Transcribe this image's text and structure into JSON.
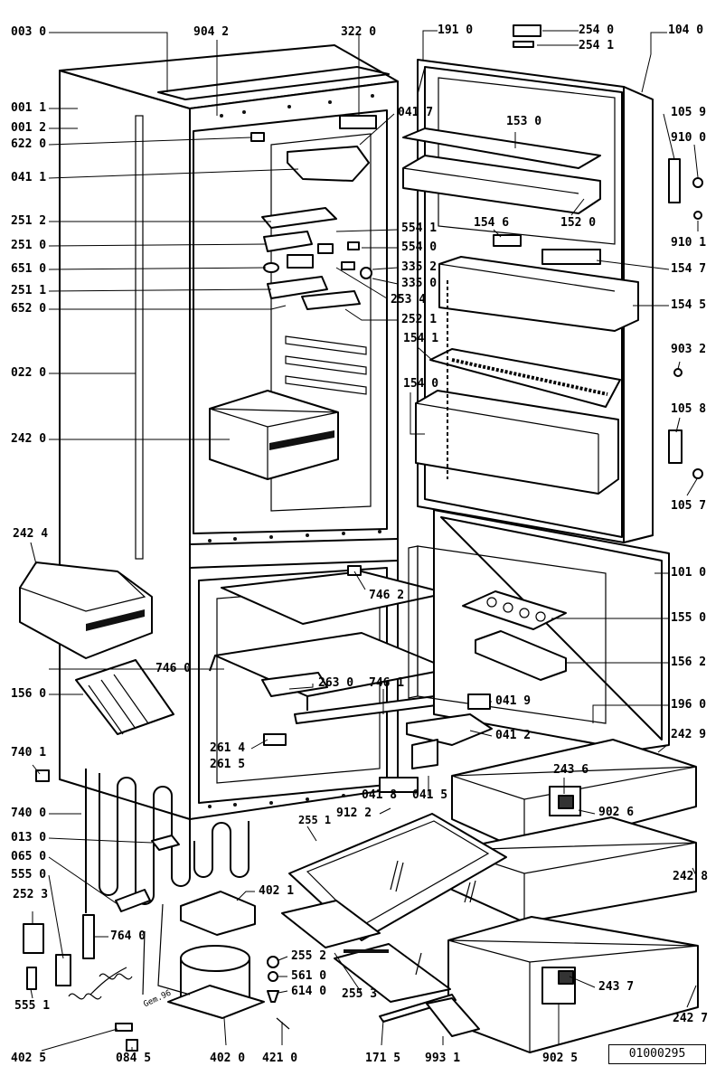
{
  "document_number": "01000295",
  "signature": "Gem.96",
  "labels": [
    {
      "id": "003_0",
      "text": "003 0"
    },
    {
      "id": "904_2",
      "text": "904 2"
    },
    {
      "id": "322_0",
      "text": "322 0"
    },
    {
      "id": "191_0",
      "text": "191 0"
    },
    {
      "id": "254_0",
      "text": "254 0"
    },
    {
      "id": "254_1",
      "text": "254 1"
    },
    {
      "id": "104_0",
      "text": "104 0"
    },
    {
      "id": "001_1",
      "text": "001 1"
    },
    {
      "id": "001_2",
      "text": "001 2"
    },
    {
      "id": "622_0",
      "text": "622 0"
    },
    {
      "id": "041_7",
      "text": "041 7"
    },
    {
      "id": "153_0",
      "text": "153 0"
    },
    {
      "id": "105_9",
      "text": "105 9"
    },
    {
      "id": "910_0",
      "text": "910 0"
    },
    {
      "id": "041_1",
      "text": "041 1"
    },
    {
      "id": "251_2",
      "text": "251 2"
    },
    {
      "id": "154_6",
      "text": "154 6"
    },
    {
      "id": "152_0",
      "text": "152 0"
    },
    {
      "id": "910_1",
      "text": "910 1"
    },
    {
      "id": "251_0",
      "text": "251 0"
    },
    {
      "id": "554_1",
      "text": "554 1"
    },
    {
      "id": "554_0",
      "text": "554 0"
    },
    {
      "id": "651_0",
      "text": "651 0"
    },
    {
      "id": "335_2",
      "text": "335 2"
    },
    {
      "id": "154_7",
      "text": "154 7"
    },
    {
      "id": "335_0",
      "text": "335 0"
    },
    {
      "id": "251_1",
      "text": "251 1"
    },
    {
      "id": "253_4",
      "text": "253 4"
    },
    {
      "id": "154_5",
      "text": "154 5"
    },
    {
      "id": "652_0",
      "text": "652 0"
    },
    {
      "id": "252_1",
      "text": "252 1"
    },
    {
      "id": "154_1",
      "text": "154 1"
    },
    {
      "id": "903_2",
      "text": "903 2"
    },
    {
      "id": "022_0",
      "text": "022 0"
    },
    {
      "id": "154_0",
      "text": "154 0"
    },
    {
      "id": "105_8",
      "text": "105 8"
    },
    {
      "id": "242_0",
      "text": "242 0"
    },
    {
      "id": "105_7",
      "text": "105 7"
    },
    {
      "id": "242_4",
      "text": "242 4"
    },
    {
      "id": "101_0",
      "text": "101 0"
    },
    {
      "id": "746_2",
      "text": "746 2"
    },
    {
      "id": "155_0",
      "text": "155 0"
    },
    {
      "id": "746_0",
      "text": "746 0"
    },
    {
      "id": "156_2",
      "text": "156 2"
    },
    {
      "id": "263_0",
      "text": "263 0"
    },
    {
      "id": "746_1",
      "text": "746 1"
    },
    {
      "id": "156_0",
      "text": "156 0"
    },
    {
      "id": "041_9",
      "text": "041 9"
    },
    {
      "id": "196_0",
      "text": "196 0"
    },
    {
      "id": "041_2",
      "text": "041 2"
    },
    {
      "id": "740_1",
      "text": "740 1"
    },
    {
      "id": "261_4",
      "text": "261 4"
    },
    {
      "id": "261_5",
      "text": "261 5"
    },
    {
      "id": "242_9",
      "text": "242 9"
    },
    {
      "id": "243_6",
      "text": "243 6"
    },
    {
      "id": "740_0",
      "text": "740 0"
    },
    {
      "id": "041_8",
      "text": "041 8"
    },
    {
      "id": "041_5",
      "text": "041 5"
    },
    {
      "id": "902_6",
      "text": "902 6"
    },
    {
      "id": "912_2",
      "text": "912 2"
    },
    {
      "id": "013_0",
      "text": "013 0"
    },
    {
      "id": "255_1",
      "text": "255 1"
    },
    {
      "id": "065_0",
      "text": "065 0"
    },
    {
      "id": "555_0",
      "text": "555 0"
    },
    {
      "id": "402_1",
      "text": "402 1"
    },
    {
      "id": "252_3",
      "text": "252 3"
    },
    {
      "id": "242_8",
      "text": "242 8"
    },
    {
      "id": "764_0",
      "text": "764 0"
    },
    {
      "id": "255_2",
      "text": "255 2"
    },
    {
      "id": "561_0",
      "text": "561 0"
    },
    {
      "id": "614_0",
      "text": "614 0"
    },
    {
      "id": "243_7",
      "text": "243 7"
    },
    {
      "id": "555_1",
      "text": "555 1"
    },
    {
      "id": "255_3",
      "text": "255 3"
    },
    {
      "id": "242_7",
      "text": "242 7"
    },
    {
      "id": "402_5",
      "text": "402 5"
    },
    {
      "id": "084_5",
      "text": "084 5"
    },
    {
      "id": "402_0",
      "text": "402 0"
    },
    {
      "id": "421_0",
      "text": "421 0"
    },
    {
      "id": "171_5",
      "text": "171 5"
    },
    {
      "id": "993_1",
      "text": "993 1"
    },
    {
      "id": "902_5",
      "text": "902 5"
    }
  ]
}
